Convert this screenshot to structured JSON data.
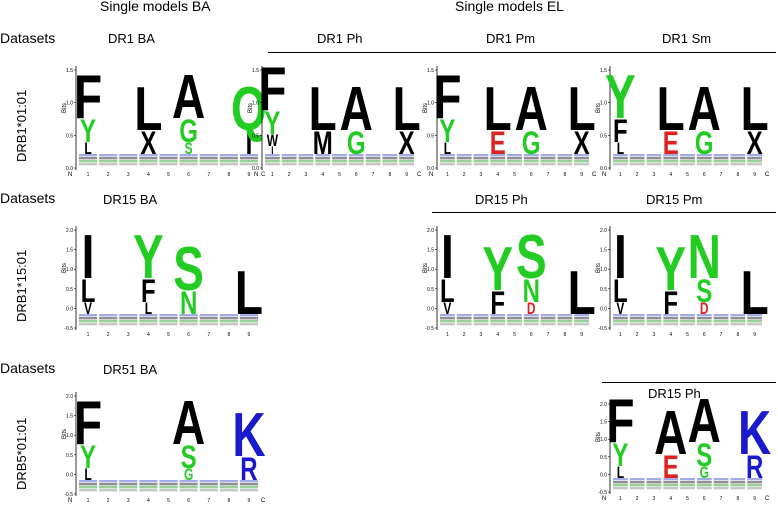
{
  "headers": {
    "single_ba": "Single models BA",
    "single_el": "Single models EL"
  },
  "datasets_label": "Datasets",
  "rows": [
    {
      "label": "DRB1*01:01",
      "datasets_label": "Datasets"
    },
    {
      "label": "DRB1*15:01",
      "datasets_label": "Datasets"
    },
    {
      "label": "DRB5*01:01",
      "datasets_label": "Datasets"
    }
  ],
  "panel_titles": {
    "dr1_ba": "DR1 BA",
    "dr1_ph": "DR1 Ph",
    "dr1_pm": "DR1 Pm",
    "dr1_sm": "DR1 Sm",
    "dr15_ba": "DR15 BA",
    "dr15_ph": "DR15 Ph",
    "dr15_pm": "DR15 Pm",
    "dr51_ba": "DR51 BA",
    "dr15_ph_row3": "DR15 Ph"
  },
  "axis": {
    "ylabel": "Bits",
    "n_label": "N",
    "c_label": "C",
    "positions": [
      "1",
      "2",
      "3",
      "4",
      "5",
      "6",
      "7",
      "8",
      "9"
    ]
  },
  "y_ticks_row1": [
    "1.5",
    "1.0",
    "0.5",
    "0.0"
  ],
  "y_ticks_row2": [
    "2.0",
    "1.5",
    "1.0",
    "0.5",
    "0.0",
    "-0.5"
  ],
  "y_ticks_row3": [
    "2.0",
    "1.5",
    "1.0",
    "0.5",
    "0.0",
    "-0.5"
  ],
  "colors": {
    "hydrophobic": "#000000",
    "polar": "#22cc22",
    "basic": "#1a1acc",
    "acidic": "#dd2222"
  },
  "logos": {
    "dr1_ba": [
      [
        "F",
        "Y",
        "L"
      ],
      [],
      [],
      [
        "L",
        "X"
      ],
      [],
      [
        "A",
        "G",
        "S"
      ],
      [],
      [],
      [
        "Q",
        "I"
      ]
    ],
    "dr1_ph": [
      [
        "F",
        "Y",
        "W",
        "I"
      ],
      [],
      [],
      [
        "L",
        "M"
      ],
      [],
      [
        "A",
        "G"
      ],
      [],
      [],
      [
        "L",
        "X"
      ]
    ],
    "dr1_pm": [
      [
        "F",
        "Y",
        "L"
      ],
      [],
      [],
      [
        "L",
        "E"
      ],
      [],
      [
        "A",
        "G"
      ],
      [],
      [],
      [
        "L",
        "X"
      ]
    ],
    "dr1_sm": [
      [
        "Y",
        "F",
        "L"
      ],
      [],
      [],
      [
        "L",
        "E"
      ],
      [],
      [
        "A",
        "G"
      ],
      [],
      [],
      [
        "L",
        "X"
      ]
    ],
    "dr15_ba": [
      [
        "I",
        "L",
        "V"
      ],
      [],
      [],
      [
        "Y",
        "F",
        "L"
      ],
      [],
      [
        "S",
        "N"
      ],
      [],
      [],
      [
        "L"
      ]
    ],
    "dr15_ph": [
      [
        "I",
        "L",
        "V"
      ],
      [],
      [],
      [
        "Y",
        "F"
      ],
      [],
      [
        "S",
        "N",
        "D"
      ],
      [],
      [],
      [
        "L"
      ]
    ],
    "dr15_pm": [
      [
        "I",
        "L",
        "V"
      ],
      [],
      [],
      [
        "Y",
        "F"
      ],
      [],
      [
        "N",
        "S",
        "D"
      ],
      [],
      [],
      [
        "L"
      ]
    ],
    "dr51_ba": [
      [
        "F",
        "Y",
        "L"
      ],
      [],
      [],
      [],
      [],
      [
        "A",
        "S",
        "G"
      ],
      [],
      [],
      [
        "K",
        "R"
      ]
    ],
    "dr15_ph_row3": [
      [
        "F",
        "Y",
        "L"
      ],
      [],
      [],
      [
        "A",
        "E"
      ],
      [],
      [
        "A",
        "S",
        "G"
      ],
      [],
      [],
      [
        "K",
        "R"
      ]
    ]
  }
}
